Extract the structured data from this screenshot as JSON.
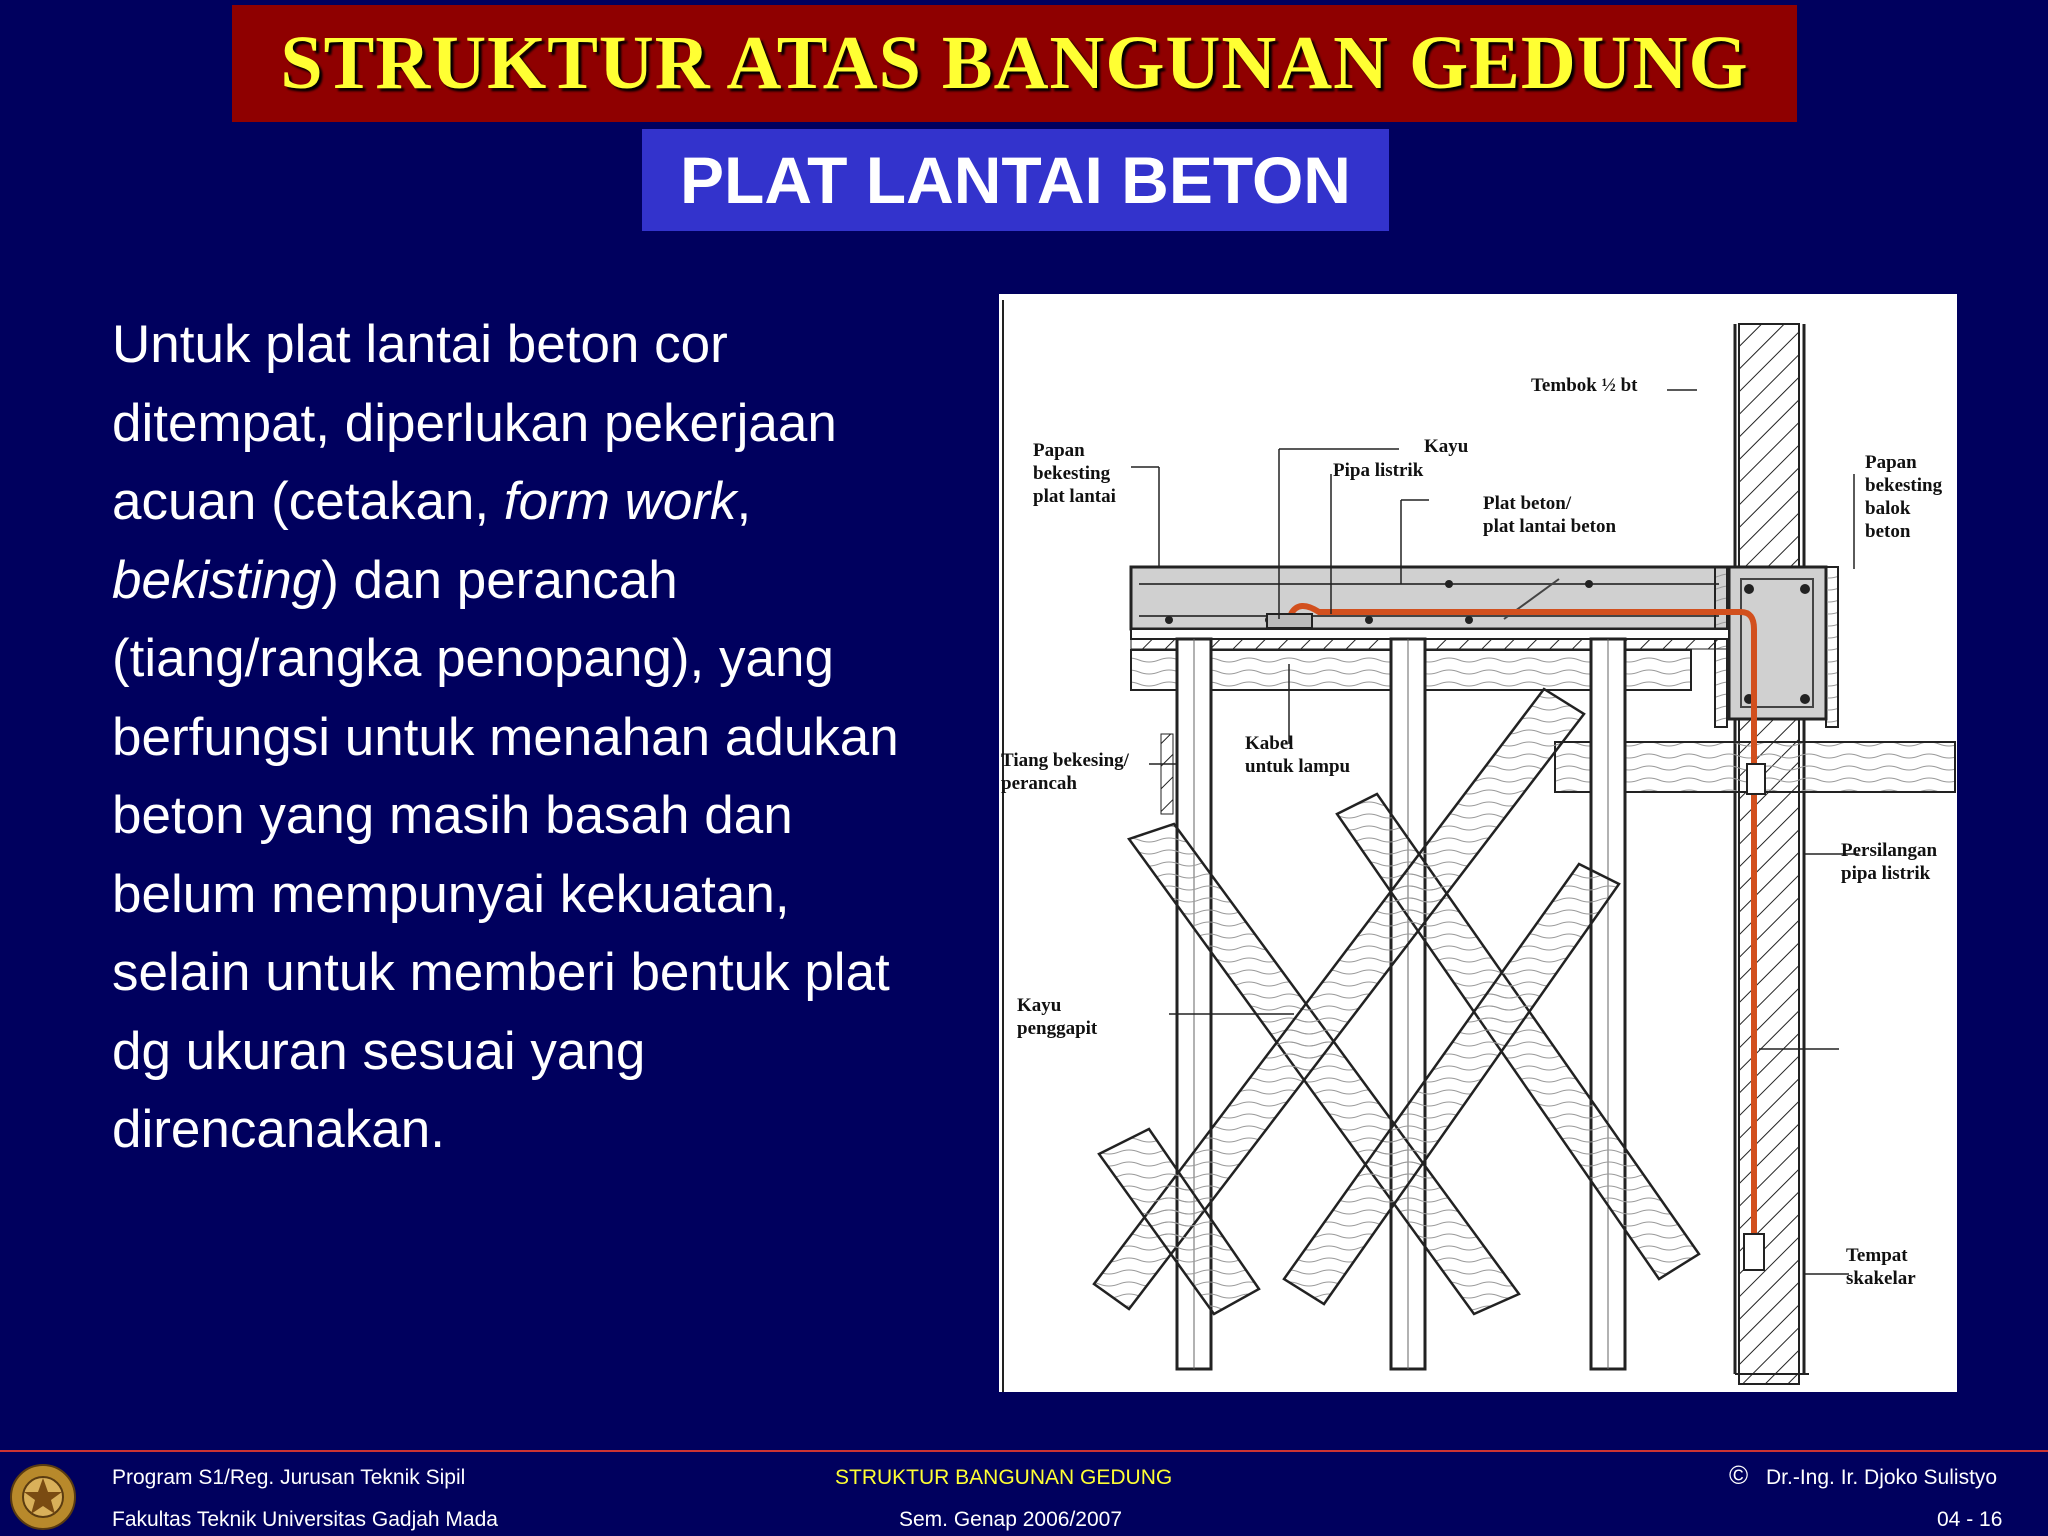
{
  "title": "STRUKTUR ATAS BANGUNAN GEDUNG",
  "subtitle": "PLAT LANTAI BETON",
  "body": {
    "l1": "Untuk plat lantai beton cor",
    "l2": "ditempat, diperlukan pekerjaan",
    "l3a": "acuan (cetakan, ",
    "l3b": "form work",
    "l3c": ",",
    "l4a": "bekisting",
    "l4b": ") dan perancah",
    "l5": "(tiang/rangka penopang), yang",
    "l6": "berfungsi untuk menahan adukan",
    "l7": "beton yang masih basah dan",
    "l8": "belum mempunyai kekuatan,",
    "l9": "selain untuk memberi bentuk plat",
    "l10": "dg ukuran sesuai yang",
    "l11": "direncanakan."
  },
  "figure": {
    "tembok": "Tembok ½ bt",
    "papan_plat_1": "Papan",
    "papan_plat_2": "bekesting",
    "papan_plat_3": "plat lantai",
    "kayu": "Kayu",
    "pipa": "Pipa listrik",
    "plat_1": "Plat beton/",
    "plat_2": "plat lantai beton",
    "papan_balok_1": "Papan",
    "papan_balok_2": "bekesting",
    "papan_balok_3": "balok",
    "papan_balok_4": "beton",
    "kabel_1": "Kabel",
    "kabel_2": "untuk lampu",
    "tiang_1": "Tiang bekesing/",
    "tiang_2": "perancah",
    "persilangan_1": "Persilangan",
    "persilangan_2": "pipa listrik",
    "kayu_gapit_1": "Kayu",
    "kayu_gapit_2": "penggapit",
    "tempat_1": "Tempat",
    "tempat_2": "skakelar"
  },
  "footer": {
    "left1": "Program S1/Reg. Jurusan Teknik Sipil",
    "left2": "Fakultas Teknik  Universitas Gadjah Mada",
    "center1": "STRUKTUR BANGUNAN GEDUNG",
    "center2": "Sem. Genap 2006/2007",
    "copyright_symbol": "©",
    "right1": "Dr.-Ing. Ir. Djoko Sulistyo",
    "right2": "04  -  16"
  },
  "colors": {
    "background": "#00005e",
    "title_bar": "#8f0000",
    "title_text": "#ffff33",
    "subtitle_box": "#3333cc",
    "pipe": "#d2501e"
  }
}
